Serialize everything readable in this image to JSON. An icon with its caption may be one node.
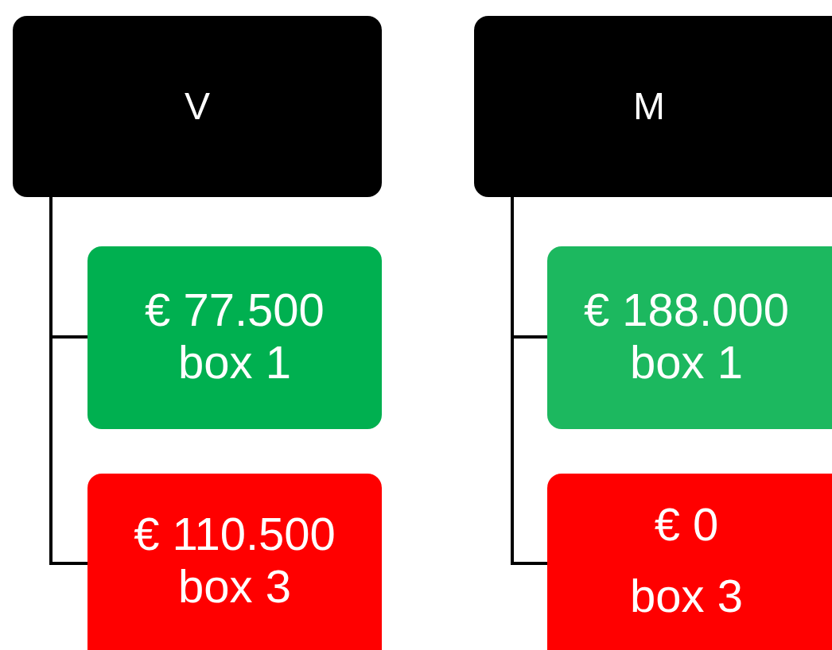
{
  "diagram": {
    "nodes": [
      {
        "text": [
          "V"
        ]
      },
      {
        "text": [
          "€ 77.500",
          "box 1"
        ]
      },
      {
        "text": [
          "€ 110.500",
          "box 3"
        ]
      },
      {
        "text": [
          "M"
        ]
      },
      {
        "text": [
          "€ 188.000",
          "box 1"
        ]
      },
      {
        "text": [
          "€ 0",
          "box 3"
        ]
      }
    ],
    "edges": [
      {
        "from": 0,
        "to": 1,
        "arrow": "none"
      },
      {
        "from": 0,
        "to": 2,
        "arrow": "none"
      },
      {
        "from": 3,
        "to": 4,
        "arrow": "none"
      },
      {
        "from": 3,
        "to": 5,
        "arrow": "none"
      }
    ]
  }
}
